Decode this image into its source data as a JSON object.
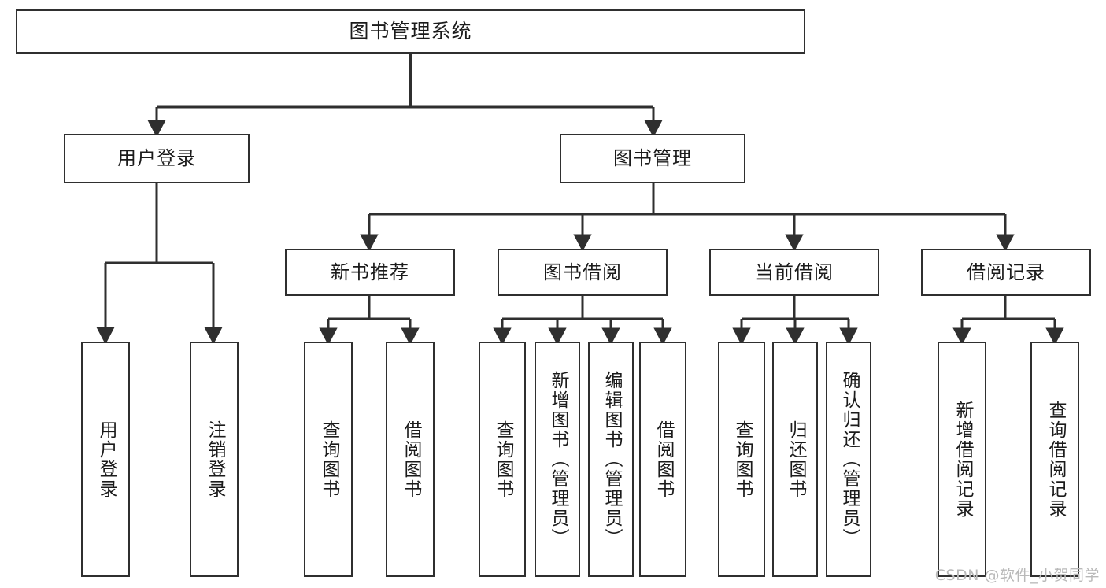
{
  "diagram": {
    "title": "图书管理系统",
    "type": "tree",
    "orientation": "top-down",
    "edge_color": "#2f2f2f",
    "node_border_color": "#2f2f2f",
    "node_fill_color": "#ffffff",
    "text_color": "#1b1b1b"
  },
  "nodes": {
    "root": {
      "label": "图书管理系统",
      "level": 1
    },
    "l2": [
      {
        "id": "user-login",
        "label": "用户登录",
        "level": 2
      },
      {
        "id": "book-manage",
        "label": "图书管理",
        "level": 2
      }
    ],
    "l3": [
      {
        "id": "new-book-recommend",
        "label": "新书推荐",
        "level": 3
      },
      {
        "id": "book-borrow",
        "label": "图书借阅",
        "level": 3
      },
      {
        "id": "current-borrow",
        "label": "当前借阅",
        "level": 3
      },
      {
        "id": "borrow-record",
        "label": "借阅记录",
        "level": 3
      }
    ],
    "leaves": {
      "user_login": [
        {
          "id": "leaf-user-login",
          "label": "用户登录"
        },
        {
          "id": "leaf-logout",
          "label": "注销登录"
        }
      ],
      "new_book_recommend": [
        {
          "id": "leaf-query-book-1",
          "label": "查询图书"
        },
        {
          "id": "leaf-borrow-book-1",
          "label": "借阅图书"
        }
      ],
      "book_borrow": [
        {
          "id": "leaf-query-book-2",
          "label": "查询图书"
        },
        {
          "id": "leaf-add-book",
          "label": "新增图书（管理员）"
        },
        {
          "id": "leaf-edit-book",
          "label": "编辑图书（管理员）"
        },
        {
          "id": "leaf-borrow-book-2",
          "label": "借阅图书"
        }
      ],
      "current_borrow": [
        {
          "id": "leaf-query-book-3",
          "label": "查询图书"
        },
        {
          "id": "leaf-return-book",
          "label": "归还图书"
        },
        {
          "id": "leaf-confirm-return",
          "label": "确认归还（管理员）"
        }
      ],
      "borrow_record": [
        {
          "id": "leaf-add-record",
          "label": "新增借阅记录"
        },
        {
          "id": "leaf-query-record",
          "label": "查询借阅记录"
        }
      ]
    }
  },
  "watermark": {
    "text": "CSDN @软件_小贺同学"
  }
}
